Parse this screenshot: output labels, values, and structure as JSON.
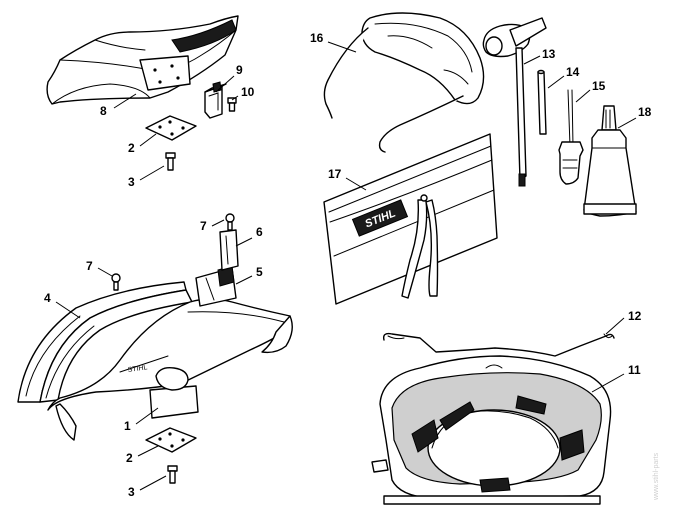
{
  "diagram": {
    "callouts": [
      "1",
      "2",
      "3",
      "2",
      "3",
      "4",
      "5",
      "6",
      "7",
      "7",
      "8",
      "9",
      "10",
      "11",
      "12",
      "13",
      "14",
      "15",
      "16",
      "17",
      "18"
    ],
    "brand_text": "STIHL",
    "deflector_text": "STIHL",
    "watermark": "www.stihl-parts"
  }
}
